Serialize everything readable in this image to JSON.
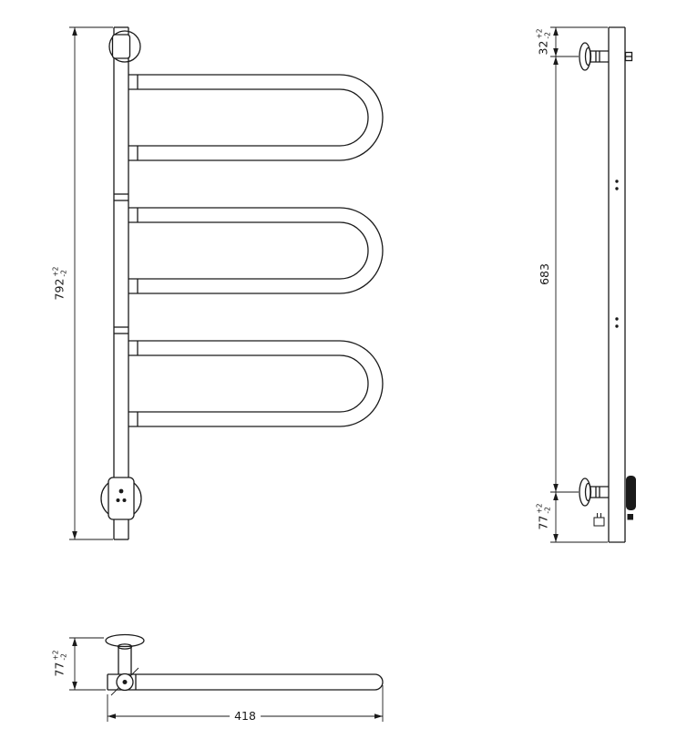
{
  "sheet": {
    "background": "#ffffff",
    "line_color": "#1a1a1a"
  },
  "dimensions": {
    "overall_height": {
      "value": "792",
      "tol_plus": "+2",
      "tol_minus": "-2"
    },
    "top_offset": {
      "value": "32",
      "tol_plus": "+2",
      "tol_minus": "-2"
    },
    "mount_span": {
      "value": "683"
    },
    "bottom_offset": {
      "value": "77",
      "tol_plus": "+2",
      "tol_minus": "-2"
    },
    "depth": {
      "value": "77",
      "tol_plus": "+2",
      "tol_minus": "-2"
    },
    "overall_width": {
      "value": "418"
    }
  }
}
